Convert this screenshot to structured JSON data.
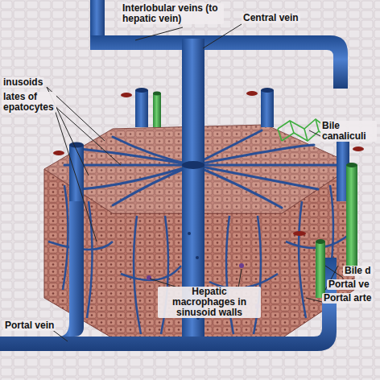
{
  "diagram": {
    "labels": [
      "Interlobular veins (to hepatic vein)",
      "Central vein",
      "inusoids",
      "lates of epatocytes",
      "Bile canaliculi",
      "Hepatic macrophages in sinusoid walls",
      "Portal vein",
      "Bile d",
      "Portal ve",
      "Portal arte"
    ]
  }
}
